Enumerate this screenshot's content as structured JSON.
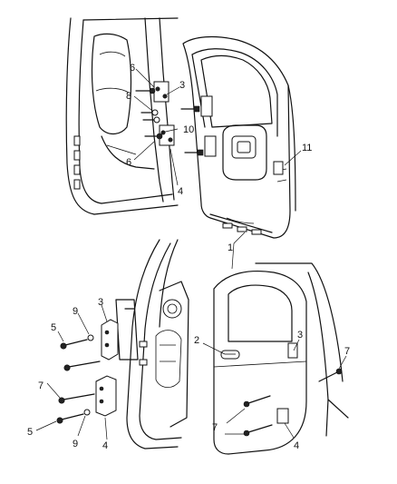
{
  "callouts": {
    "top_6a": "6",
    "top_3": "3",
    "top_8": "8",
    "top_10": "10",
    "top_6b": "6",
    "top_4": "4",
    "top_11": "11",
    "mid_1": "1",
    "bl_3": "3",
    "bl_9a": "9",
    "bl_5a": "5",
    "bl_7": "7",
    "bl_5b": "5",
    "bl_9b": "9",
    "bl_4": "4",
    "br_2": "2",
    "br_3": "3",
    "br_7a": "7",
    "br_7b": "7",
    "br_4": "4"
  }
}
